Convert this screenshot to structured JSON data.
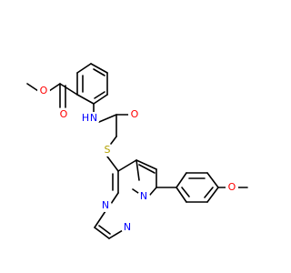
{
  "molecule": {
    "colors": {
      "bond": "#000000",
      "oxygen": "#ff0000",
      "nitrogen": "#0000ff",
      "sulfur": "#b2a100",
      "background": "#ffffff"
    },
    "atom_labels": {
      "o_ester_single": "O",
      "o_ester_carbonyl": "O",
      "n_amide": "N",
      "h_amide": "H",
      "o_amide": "O",
      "s_thioether": "S",
      "n_pyrazine": "N",
      "n_bridge": "N",
      "n_pyrazole": "N",
      "o_methoxy": "O"
    }
  }
}
